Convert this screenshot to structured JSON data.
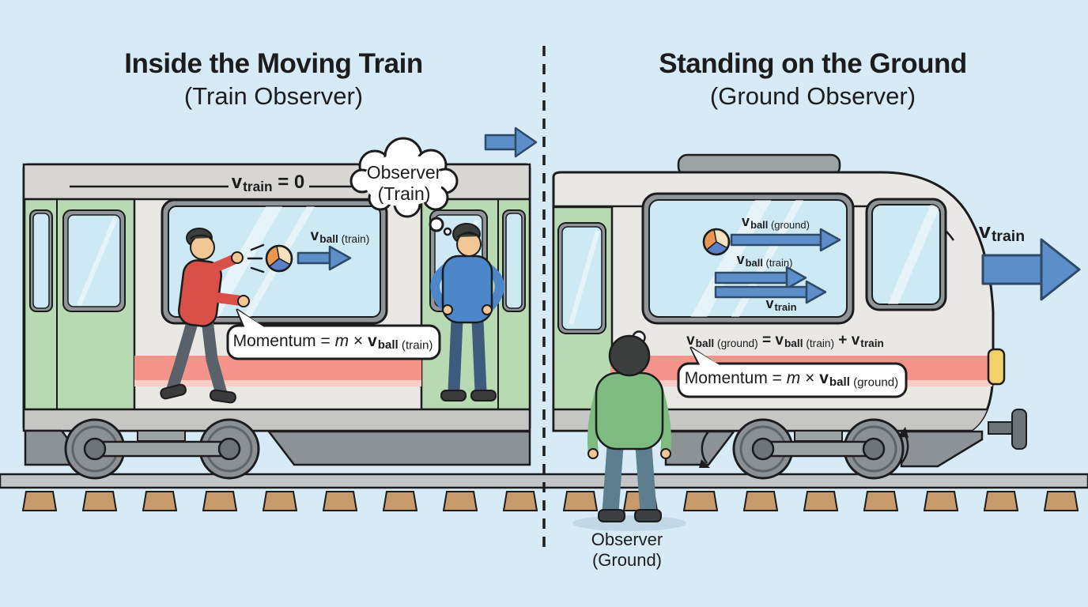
{
  "palette": {
    "bg": "#d7ebf7",
    "train-body": "#e9e8e5",
    "train-roof": "#d7d6d3",
    "underbody": "#c6c6c4",
    "door-green": "#b8dab3",
    "glass": "#cde9f3",
    "frame-gray": "#909597",
    "stripe-red": "#f4938a",
    "stripe-red-light": "#f8cdc6",
    "arrow-blue": "#5c8fca",
    "arrow-outline": "#2e4a66",
    "wheel": "#8a9094",
    "metal": "#9da2a5",
    "metal-dark": "#6e7377",
    "skirt": "#8d9296",
    "rail": "#c3c5c7",
    "sleeper": "#c79a6b",
    "ink": "#1c1c1e",
    "shirt-red": "#d95049",
    "shirt-blue": "#4b87c9",
    "shirt-green": "#7dbb80",
    "pants-dark": "#59616b",
    "pants-blue": "#3f5a7d",
    "pants-teal": "#5d7e8e",
    "skin": "#f3c795",
    "hair-dark": "#3b3e3c",
    "ball-cream": "#f3e2bd",
    "ball-orange": "#e9964e",
    "ball-blue": "#5c80c8",
    "shadow": "#bed3e0"
  },
  "left_panel": {
    "title": "Inside the Moving Train",
    "subtitle": "(Train Observer)",
    "train_speed_label": [
      {
        "b": "v",
        "sub": "train"
      },
      {
        "b": " = 0"
      }
    ],
    "thought_cloud": {
      "line1": "Observer",
      "line2": "(Train)"
    },
    "ball_label": [
      {
        "b": "v",
        "sub": "ball",
        "sub2": " (train)"
      }
    ],
    "momentum_bubble": [
      {
        "t": "Momentum = "
      },
      {
        "i": "m"
      },
      {
        "t": " × "
      },
      {
        "b": "v",
        "sub": "ball",
        "sub2": " (train)"
      }
    ]
  },
  "right_panel": {
    "title": "Standing on the Ground",
    "subtitle": "(Ground Observer)",
    "window_labels": {
      "ball_ground": [
        {
          "b": "v",
          "sub": "ball",
          "sub2": " (ground)"
        }
      ],
      "ball_train": [
        {
          "b": "v",
          "sub": "ball",
          "sub2": " (train)"
        }
      ],
      "train": [
        {
          "b": "v",
          "sub": "train"
        }
      ]
    },
    "velocity_equation": [
      {
        "b": "v",
        "sub": "ball",
        "sub2": " (ground)"
      },
      {
        "b": " = "
      },
      {
        "b": "v",
        "sub": "ball",
        "sub2": " (train)"
      },
      {
        "b": " + "
      },
      {
        "b": "v",
        "sub": "train"
      }
    ],
    "momentum_bubble": [
      {
        "t": "Momentum = "
      },
      {
        "i": "m"
      },
      {
        "t": " × "
      },
      {
        "b": "v",
        "sub": "ball",
        "sub2": " (ground)"
      }
    ],
    "train_velocity_label": [
      {
        "b": "v",
        "sub": "train"
      }
    ],
    "ground_observer_label": {
      "line1": "Observer",
      "line2": "(Ground)"
    }
  }
}
